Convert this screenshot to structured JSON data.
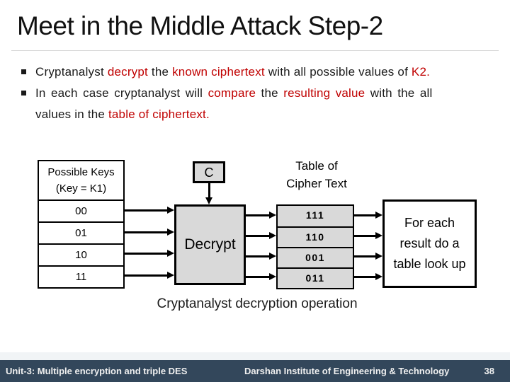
{
  "colors": {
    "red": "#C00000",
    "boxFill": "#D9D9D9",
    "footerBg": "#33475B",
    "footerText": "#F0F0F0",
    "line": "#D8D8D8"
  },
  "title": "Meet in the Middle Attack Step-2",
  "bullet1": {
    "seg0": "Cryptanalyst ",
    "seg1": "decrypt",
    "seg2": " the ",
    "seg3": "known ciphertext",
    "seg4": " with all possible values of ",
    "seg5": "K2."
  },
  "bullet2": {
    "line1": {
      "seg0": "In each case cryptanalyst will ",
      "seg1": "compare",
      "seg2": " the ",
      "seg3": "resulting value",
      "seg4": " with the all"
    },
    "line2": {
      "seg0": "values in the ",
      "seg1": "table of ciphertext."
    }
  },
  "diagram": {
    "keys_table": {
      "header_line1": "Possible Keys",
      "header_line2": "(Key = K1)",
      "rows": [
        "00",
        "01",
        "10",
        "11"
      ]
    },
    "c_label": "C",
    "decrypt_label": "Decrypt",
    "cipher_label_line1": "Table of",
    "cipher_label_line2": "Cipher Text",
    "cipher_rows": [
      "111",
      "110",
      "001",
      "011"
    ],
    "lookup_label": "For each result do a table look up",
    "caption": "Cryptanalyst decryption operation"
  },
  "footer": {
    "left": "Unit-3: Multiple encryption and triple DES",
    "center": "Darshan Institute of Engineering & Technology",
    "page": "38"
  }
}
